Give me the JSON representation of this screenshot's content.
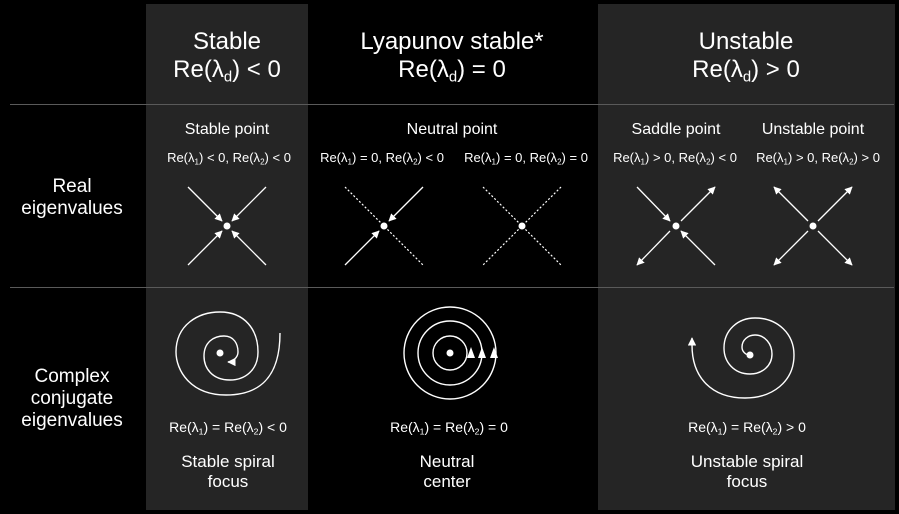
{
  "headers": {
    "stable": {
      "title": "Stable",
      "rel": "< 0"
    },
    "lyapunov": {
      "title": "Lyapunov stable*",
      "rel": "= 0"
    },
    "unstable": {
      "title": "Unstable",
      "rel": "> 0"
    }
  },
  "row_labels": {
    "real": [
      "Real",
      "eigenvalues"
    ],
    "complex": [
      "Complex",
      "conjugate",
      "eigenvalues"
    ]
  },
  "real_row": {
    "stable_point": {
      "title": "Stable point",
      "cond": [
        "< 0",
        "< 0"
      ]
    },
    "neutral_point": {
      "title": "Neutral point",
      "cond_a": [
        "= 0",
        "< 0"
      ],
      "cond_b": [
        "= 0",
        "= 0"
      ]
    },
    "saddle_point": {
      "title": "Saddle point",
      "cond": [
        "> 0",
        "< 0"
      ]
    },
    "unstable_point": {
      "title": "Unstable point",
      "cond": [
        "> 0",
        "> 0"
      ]
    }
  },
  "complex_row": {
    "stable": {
      "cond": "< 0",
      "name": [
        "Stable spiral",
        "focus"
      ]
    },
    "neutral": {
      "cond": "= 0",
      "name": [
        "Neutral",
        "center"
      ]
    },
    "unstable": {
      "cond": "> 0",
      "name": [
        "Unstable spiral",
        "focus"
      ]
    }
  },
  "colors": {
    "background": "#000000",
    "highlight_column": "#252525",
    "divider": "#5a5a5a",
    "foreground": "#ffffff"
  }
}
